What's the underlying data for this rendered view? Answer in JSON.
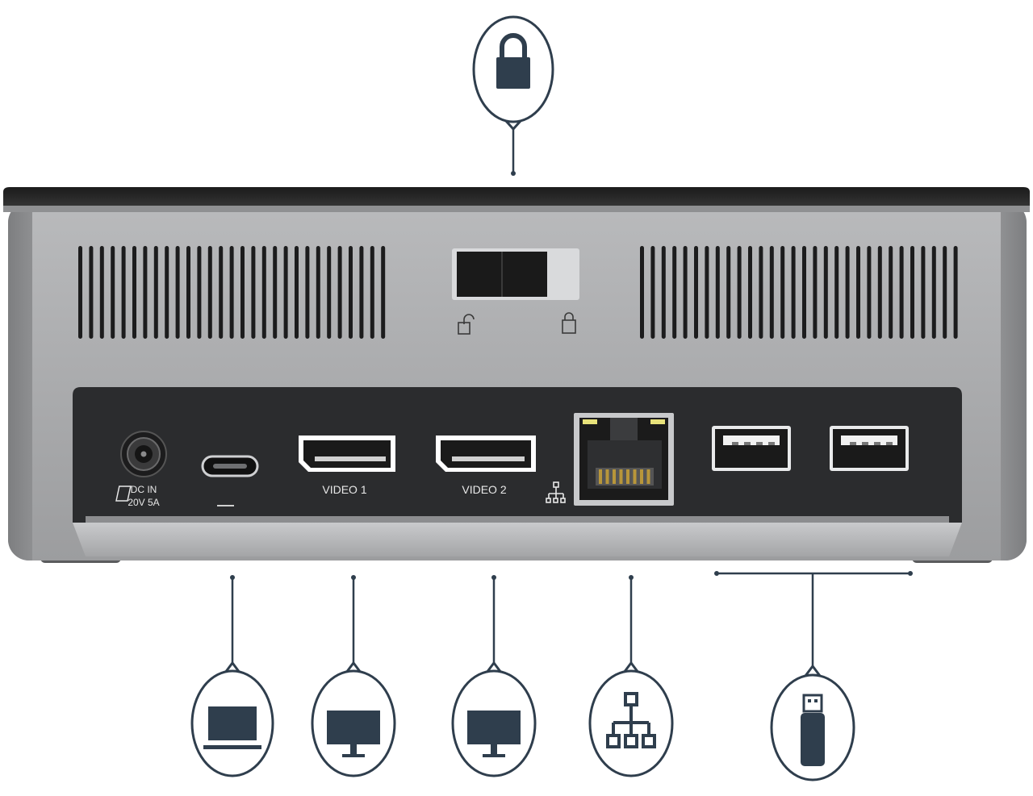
{
  "device": {
    "dc_label_line1": "DC IN",
    "dc_label_line2": "20V 5A",
    "video1_label": "VIDEO 1",
    "video2_label": "VIDEO 2"
  },
  "callouts": [
    {
      "id": "lock",
      "icon": "lock-icon"
    },
    {
      "id": "laptop",
      "icon": "laptop-icon"
    },
    {
      "id": "monitor1",
      "icon": "monitor-icon"
    },
    {
      "id": "monitor2",
      "icon": "monitor-icon"
    },
    {
      "id": "network",
      "icon": "network-icon"
    },
    {
      "id": "usb",
      "icon": "usb-drive-icon"
    }
  ],
  "colors": {
    "icon_fill": "#2f3e4d",
    "chassis": "#a9aaac",
    "panel": "#2b2c2e",
    "top_cover": "#2a2a2a"
  }
}
